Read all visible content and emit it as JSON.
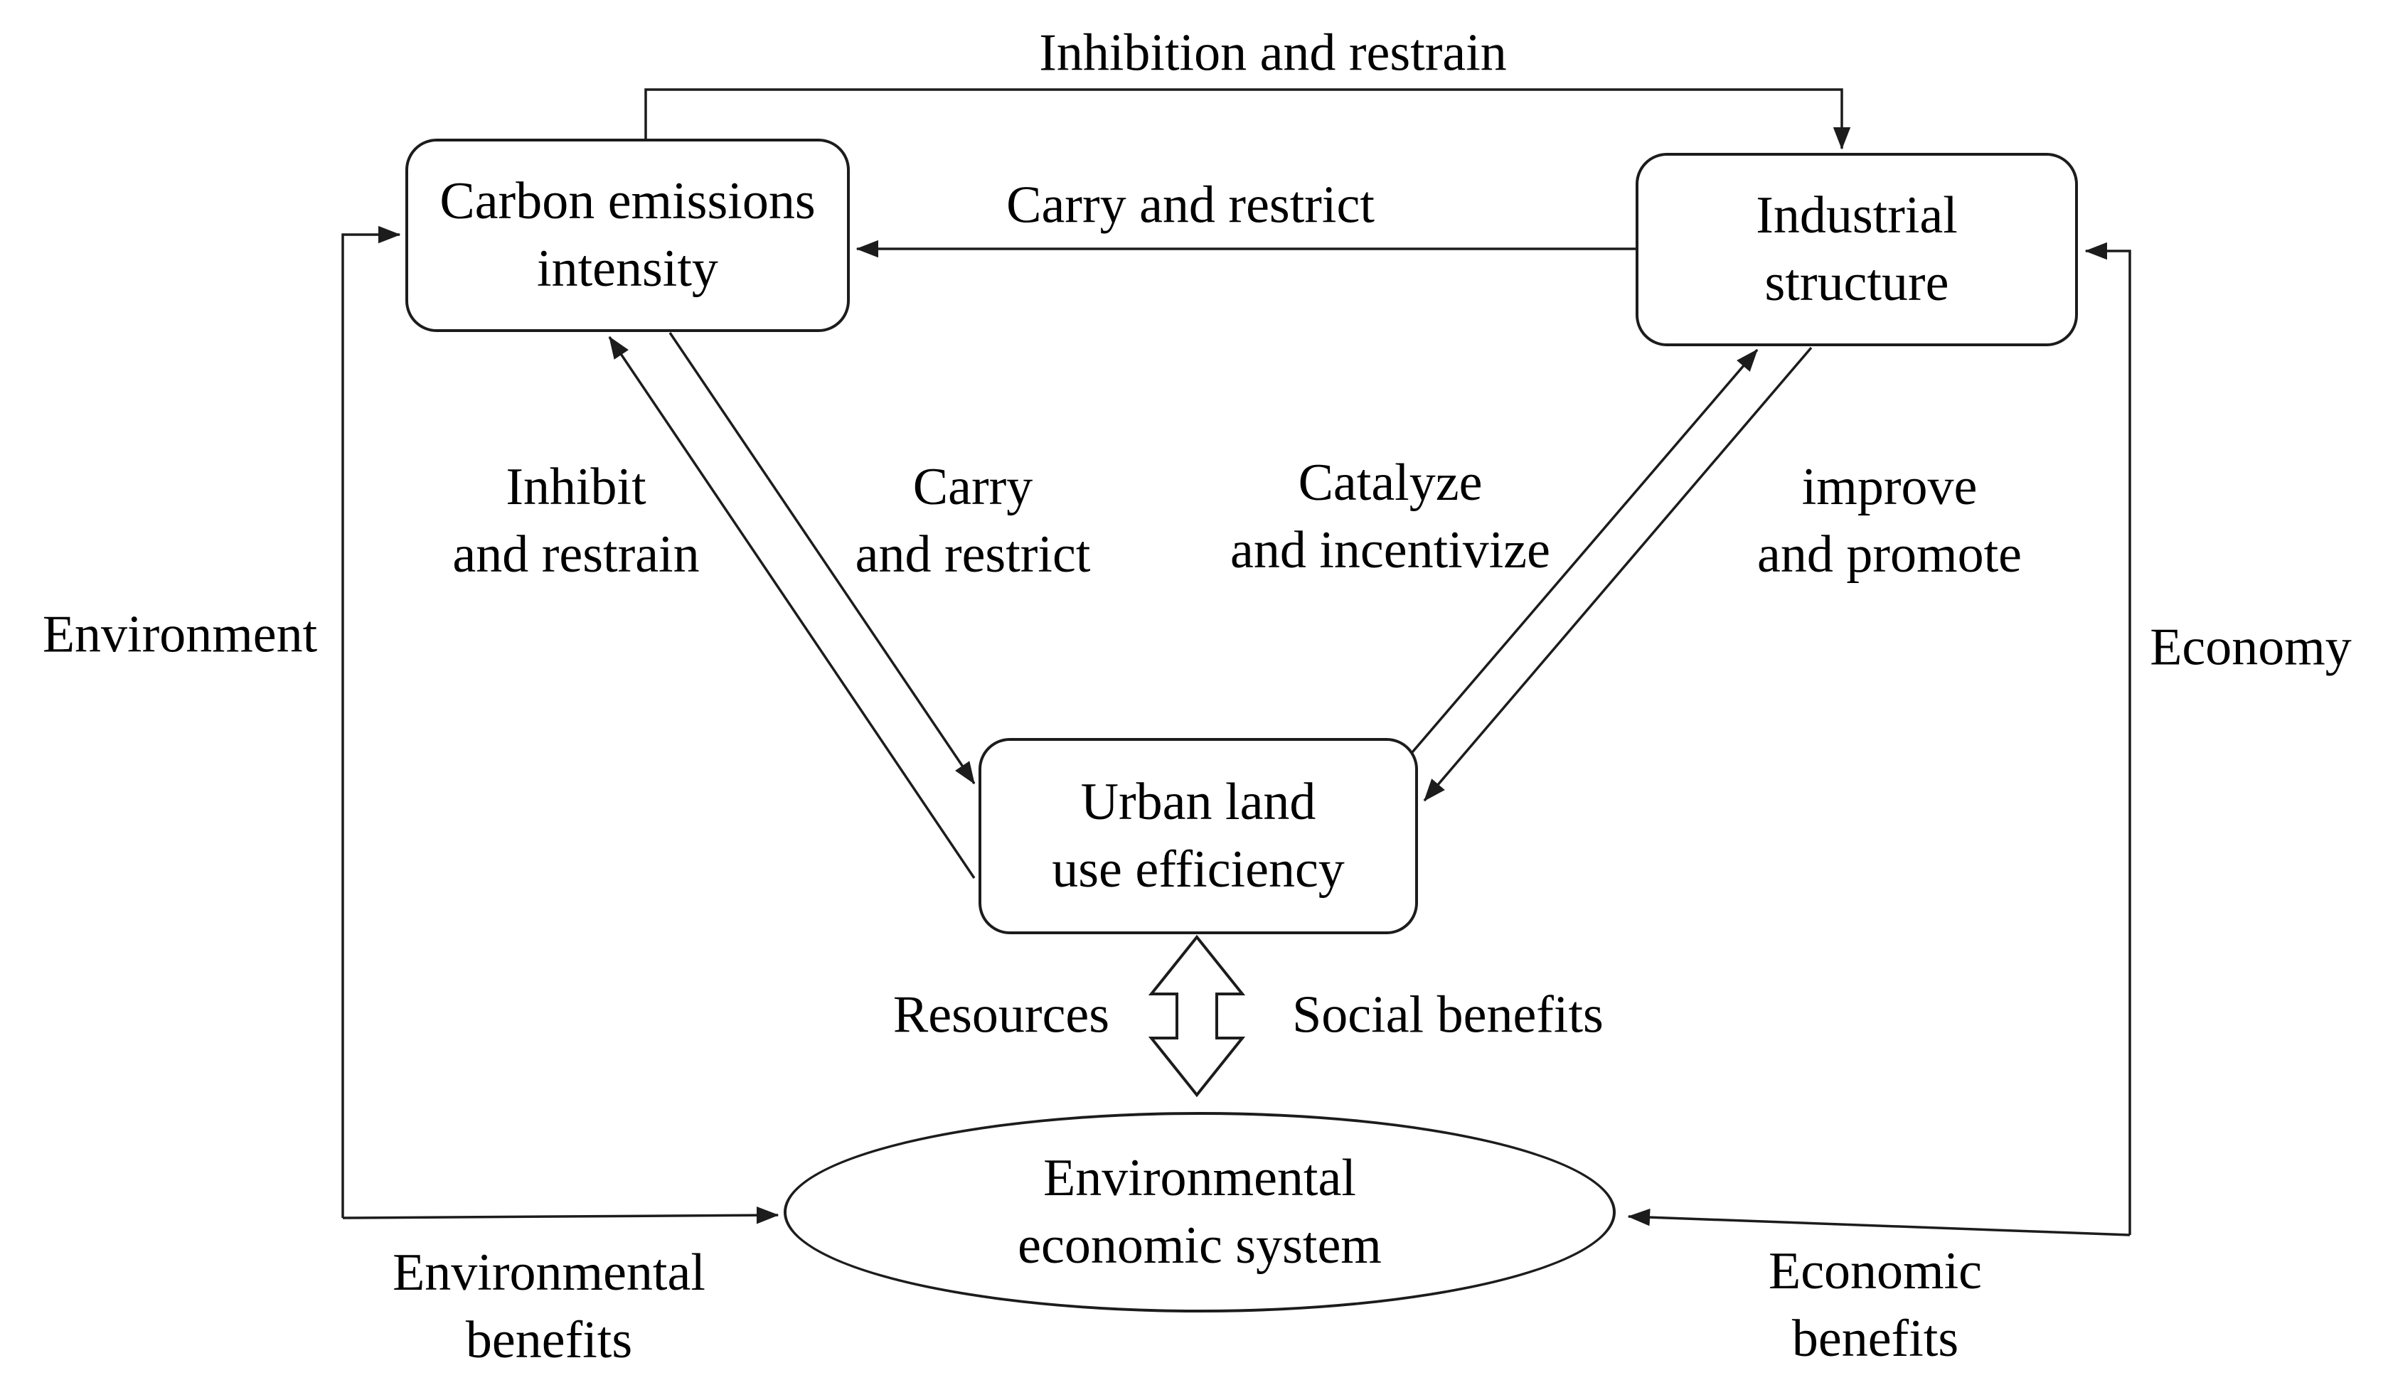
{
  "diagram": {
    "nodes": {
      "carbon_emissions_intensity": "Carbon emissions\nintensity",
      "industrial_structure": "Industrial\nstructure",
      "urban_land_use_efficiency": "Urban land\nuse efficiency",
      "environmental_economic_system": "Environmental\neconomic system"
    },
    "edge_labels": {
      "inhibition_and_restrain": "Inhibition and restrain",
      "carry_and_restrict": "Carry and restrict",
      "inhibit_and_restrain": "Inhibit\nand restrain",
      "carry_and_restrict_diagonal": "Carry\nand restrict",
      "catalyze_and_incentivize": "Catalyze\nand incentivize",
      "improve_and_promote": "improve\nand promote",
      "environment": "Environment",
      "economy": "Economy",
      "resources": "Resources",
      "social_benefits": "Social benefits",
      "environmental_benefits": "Environmental\nbenefits",
      "economic_benefits": "Economic\nbenefits"
    },
    "colors": {
      "line": "#1c1c1c",
      "text": "#000000",
      "background": "#ffffff"
    }
  }
}
